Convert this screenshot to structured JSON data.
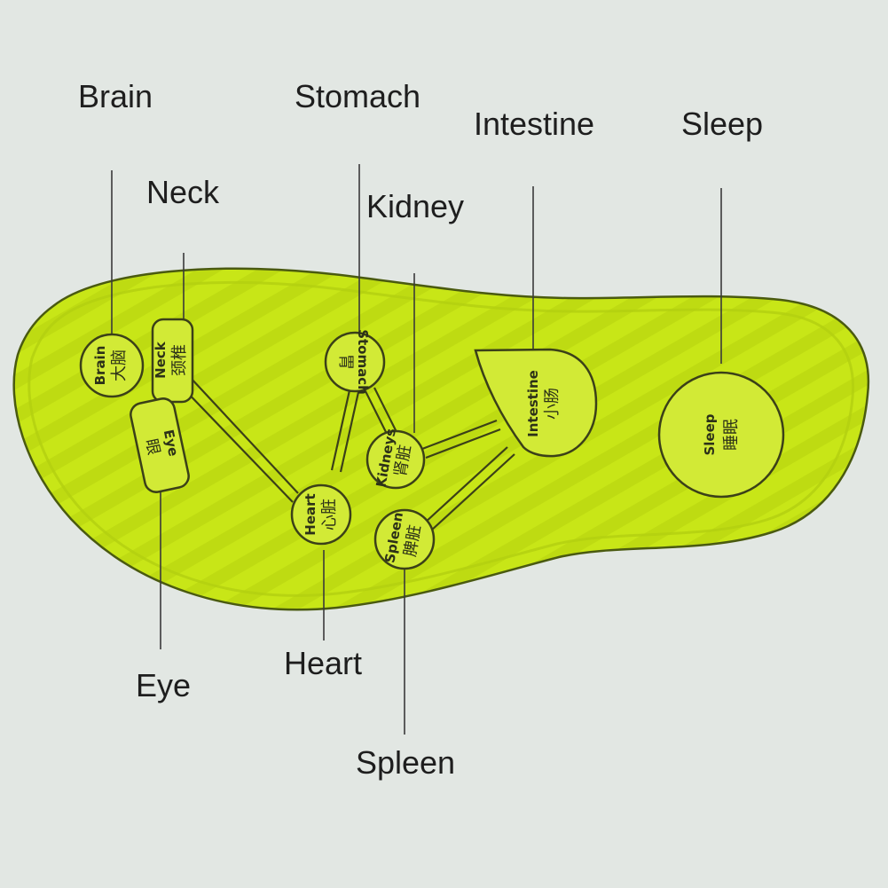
{
  "diagram": {
    "colors": {
      "background": "#e2e7e3",
      "insole_fill": "#c8e617",
      "insole_stripe": "#bedb12",
      "zone_fill": "#d2ea36",
      "outline": "#3b4018",
      "label_text": "#1e1e1e"
    },
    "labels": {
      "brain": "Brain",
      "neck": "Neck",
      "stomach": "Stomach",
      "kidney": "Kidney",
      "intestine": "Intestine",
      "sleep": "Sleep",
      "eye": "Eye",
      "heart": "Heart",
      "spleen": "Spleen"
    },
    "zones": {
      "brain": {
        "en": "Brain",
        "cn": "大脑"
      },
      "neck": {
        "en": "Neck",
        "cn": "颈椎"
      },
      "eye": {
        "en": "Eye",
        "cn": "眼"
      },
      "stomach": {
        "en": "Stomach",
        "cn": "胃"
      },
      "kidney": {
        "en": "Kidneys",
        "cn": "肾脏"
      },
      "heart": {
        "en": "Heart",
        "cn": "心脏"
      },
      "spleen": {
        "en": "Spleen",
        "cn": "脾脏"
      },
      "intestine": {
        "en": "Intestine",
        "cn": "小肠"
      },
      "sleep": {
        "en": "Sleep",
        "cn": "睡眠"
      }
    }
  }
}
